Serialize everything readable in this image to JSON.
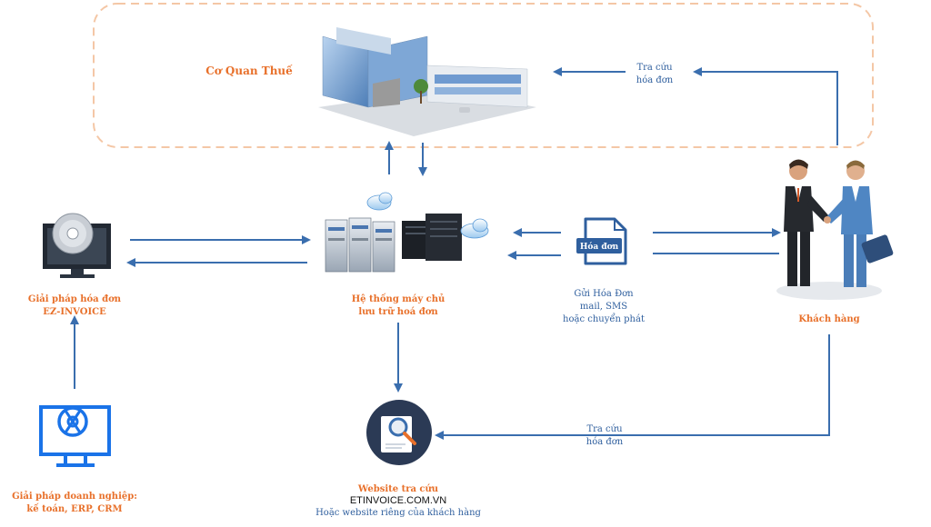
{
  "tax_office": {
    "label": "Cơ Quan Thuế"
  },
  "lookup_top": {
    "line1": "Tra cứu",
    "line2": "hóa đơn"
  },
  "ez_invoice": {
    "line1": "Giải pháp  hóa đơn",
    "line2": "EZ-INVOICE"
  },
  "server_system": {
    "line1": "Hệ thống máy chủ",
    "line2": "lưu trữ hoá đơn"
  },
  "send_invoice": {
    "doc_label": "Hóa đơn",
    "line1": "Gửi Hóa Đơn",
    "line2": "mail, SMS",
    "line3": "hoặc chuyển phát"
  },
  "customer": {
    "label": "Khách hàng"
  },
  "enterprise": {
    "line1": "Giải pháp doanh  nghiệp:",
    "line2": "kế toán, ERP,  CRM"
  },
  "website": {
    "line1": "Website tra cứu",
    "line2": "ETINVOICE.COM.VN",
    "line3": "Hoặc website riêng của khách hàng"
  },
  "lookup_bottom": {
    "line1": "Tra cứu",
    "line2": "hóa đơn"
  },
  "colors": {
    "arrow": "#3a6eae",
    "accent": "#e8702a",
    "dashed": "#f4c7a6",
    "icon_blue": "#1a73e8",
    "navy": "#2b3a55"
  }
}
